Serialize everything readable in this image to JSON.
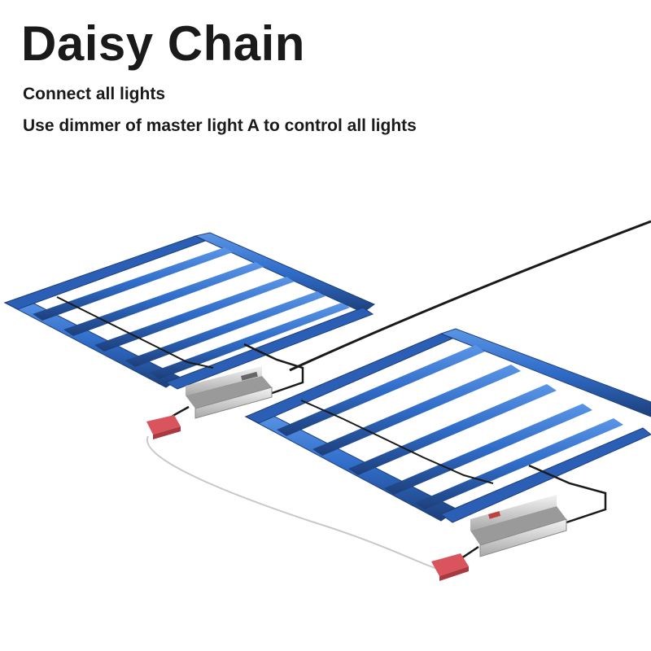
{
  "title": "Daisy Chain",
  "subtitles": [
    "Connect all lights",
    "Use dimmer of master light A to control all lights"
  ],
  "colors": {
    "frame_blue": "#2f6cc8",
    "frame_dark": "#1d3f7a",
    "driver": "#d9d9d9",
    "connector": "#d9545c",
    "cable": "#1a1a1a",
    "link_cable": "#c8c8c8"
  }
}
